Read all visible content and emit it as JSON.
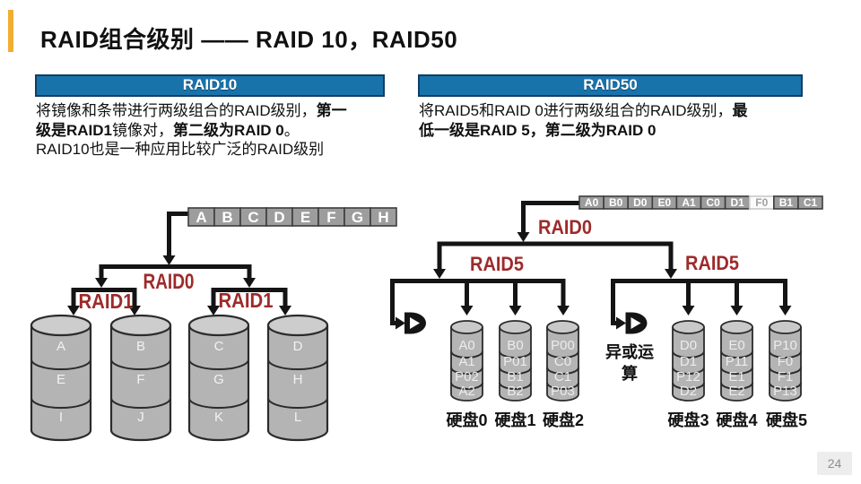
{
  "slide": {
    "title": "RAID组合级别 —— RAID 10，RAID50",
    "page_number": "24"
  },
  "raid10": {
    "header": "RAID10",
    "line1_normal": "将镜像和条带进行两级组合的RAID级别，",
    "line1_bold": "第一",
    "line2_bold1": "级是RAID1",
    "line2_normal1": "镜像对，",
    "line2_bold2": "第二级为RAID 0",
    "line2_normal2": "。",
    "line3": "RAID10也是一种应用比较广泛的RAID级别"
  },
  "raid50": {
    "header": "RAID50",
    "line1_normal": "将RAID5和RAID 0进行两级组合的RAID级别，",
    "line1_bold": "最",
    "line2_bold": "低一级是RAID 5，第二级为RAID 0"
  },
  "raid10_diagram": {
    "strip": [
      "A",
      "B",
      "C",
      "D",
      "E",
      "F",
      "G",
      "H"
    ],
    "raid0_label": "RAID0",
    "raid1_left_label": "RAID1",
    "raid1_right_label": "RAID1",
    "disks": [
      [
        "A",
        "E",
        "I"
      ],
      [
        "B",
        "F",
        "J"
      ],
      [
        "C",
        "G",
        "K"
      ],
      [
        "D",
        "H",
        "L"
      ]
    ]
  },
  "raid50_diagram": {
    "strip": [
      "A0",
      "B0",
      "D0",
      "E0",
      "A1",
      "C0",
      "D1",
      "F0",
      "B1",
      "C1"
    ],
    "raid0_label": "RAID0",
    "raid5_left_label": "RAID5",
    "raid5_right_label": "RAID5",
    "xor_label_line1": "异或运",
    "xor_label_line2": "算",
    "disks": [
      [
        "A0",
        "A1",
        "P02",
        "A2"
      ],
      [
        "B0",
        "P01",
        "B1",
        "B2"
      ],
      [
        "P00",
        "C0",
        "C1",
        "P03"
      ],
      [
        "D0",
        "D1",
        "P12",
        "D2"
      ],
      [
        "E0",
        "P11",
        "E1",
        "E2"
      ],
      [
        "P10",
        "F0",
        "F1",
        "P13"
      ]
    ],
    "disk_names": [
      "硬盘0",
      "硬盘1",
      "硬盘2",
      "硬盘3",
      "硬盘4",
      "硬盘5"
    ]
  },
  "colors": {
    "header_blue": "#1973AB",
    "header_border": "#0E3E66",
    "label_red": "#9E2A2A",
    "accent_yellow": "#F2AE30",
    "cylinder_gray": "#B4B4B4"
  }
}
